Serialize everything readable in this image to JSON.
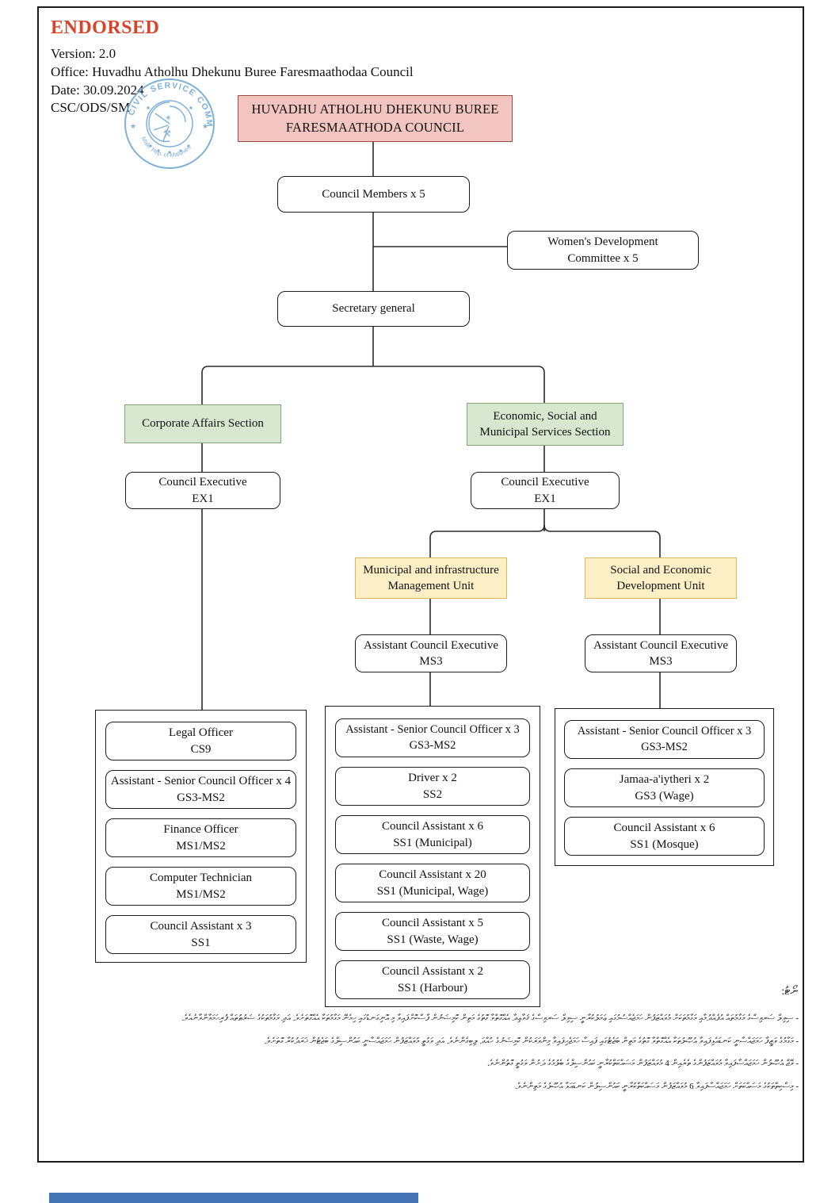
{
  "header": {
    "endorsed": "ENDORSED",
    "version": "Version: 2.0",
    "office": "Office: Huvadhu Atholhu Dhekunu Buree Faresmaathodaa Council",
    "date": "Date: 30.09.2024",
    "reference": "CSC/ODS/SM"
  },
  "stamp": {
    "top_text": "CIVIL SERVICE COMMISSION",
    "bottom_text": "Male' Rep. of Maldives",
    "color": "#6fa8d6"
  },
  "chart": {
    "root": {
      "line1": "HUVADHU ATHOLHU DHEKUNU BUREE",
      "line2": "FARESMAATHODA COUNCIL"
    },
    "council_members": "Council Members x 5",
    "womens_committee": {
      "line1": "Women's Development",
      "line2": "Committee x 5"
    },
    "secretary_general": "Secretary general",
    "corporate_section": "Corporate Affairs Section",
    "economic_section": {
      "line1": "Economic, Social and",
      "line2": "Municipal Services Section"
    },
    "council_executive_left": {
      "title": "Council Executive",
      "grade": "EX1"
    },
    "council_executive_right": {
      "title": "Council Executive",
      "grade": "EX1"
    },
    "municipal_unit": {
      "line1": "Municipal and infrastructure",
      "line2": "Management Unit"
    },
    "social_unit": {
      "line1": "Social and Economic",
      "line2": "Development Unit"
    },
    "ace_left": {
      "title": "Assistant Council Executive",
      "grade": "MS3"
    },
    "ace_right": {
      "title": "Assistant Council Executive",
      "grade": "MS3"
    },
    "corporate_staff": [
      {
        "title": "Legal Officer",
        "grade": "CS9"
      },
      {
        "title": "Assistant - Senior Council Officer  x 4",
        "grade": "GS3-MS2"
      },
      {
        "title": "Finance Officer",
        "grade": "MS1/MS2"
      },
      {
        "title": "Computer Technician",
        "grade": "MS1/MS2"
      },
      {
        "title": "Council Assistant x 3",
        "grade": "SS1"
      }
    ],
    "municipal_staff": [
      {
        "title": "Assistant - Senior Council Officer  x 3",
        "grade": "GS3-MS2"
      },
      {
        "title": "Driver x 2",
        "grade": "SS2"
      },
      {
        "title": "Council Assistant x 6",
        "grade": "SS1 (Municipal)"
      },
      {
        "title": "Council Assistant x 20",
        "grade": "SS1 (Municipal, Wage)"
      },
      {
        "title": "Council Assistant x 5",
        "grade": "SS1 (Waste, Wage)"
      },
      {
        "title": "Council Assistant x 2",
        "grade": "SS1 (Harbour)"
      }
    ],
    "social_staff": [
      {
        "title": "Assistant - Senior Council Officer  x 3",
        "grade": "GS3-MS2"
      },
      {
        "title": "Jamaa-a'iytheri x 2",
        "grade": "GS3 (Wage)"
      },
      {
        "title": "Council Assistant x 6",
        "grade": "SS1 (Mosque)"
      }
    ]
  },
  "notes": {
    "label": "ނޯޓު:",
    "items": [
      "- ސިވިލް ސަރވިސްގެ މަގާމުތައް އުފެއްދުމާއި މަގާމުތަކަށް މުވައްޒަފުން ހަމަޖެއްސުމުގައި ޢަމަލުކުރާނީ ސިވިލް ސަރވިސްގެ ޤަވާޢިދާ އެއްގޮތްވާ ގޮތުގެ މަތިން ކޮމިޝަނުން ފާސްކޮށްފައިވާ މި އޮނިގަނޑުގައި ހިމެނޭ މަގާމުތަކާ އެއްގޮތަށެވެ. އަދި މަގާމުތަކުގެ ޝަރުޠުތައް ފުރިހަމަވާންވާނެއެވެ.",
      "- މަގާމުގެ ވަޒީފާ ހަމަޖައްސާނީ ކަނޑައެޅިފައިވާ އުޞޫލުތަކާ އެއްގޮތްވާ ގޮތުގެ މަތިން ބަޖެޓުގައި ފައިސާ ހަމަޖެހިފައިވާ މިންވަރަކުން ކޮމިޝަނުގެ ހުއްދަ ލިބިގެންނެވެ. އަދި ވަގުތީ މުވައްޒަފުން ހަމަޖައްސާނީ ކައުންސިލްގެ ބަޖެޓުން ޚަރަދުކުރާ ގޮތަށެވެ.",
      "- ވޭޖް އުޞޫލުން ހަމަޖައްސާފައިވާ މުވައްޒަފުންގެ ތެރެއިން 4 މުވައްޒަފުން މަސައްކަތްކުރާނީ ކައުންސިލްގެ ބެލުމުގެ ދަށުން ވަގުތީ ގޮތުންނެވެ.",
      "- މިސްކިތްތަކުގެ މަސައްކަތަށް ހަމަޖައްސާފައިވާ 6 މުވައްޒަފުން މަސައްކަތްކުރާނީ ކައުންސިލުން ކަނޑައަޅާ އުޞޫލުގެ މަތިންނެވެ."
    ]
  },
  "colors": {
    "endorsed_red": "#d9432a",
    "root_fill": "#f2c5c0",
    "root_border": "#9c4a42",
    "section_fill": "#d8e7d0",
    "section_border": "#7fa875",
    "unit_fill": "#fcefc5",
    "unit_border": "#d9b95c",
    "stamp_blue": "#6fa8d6",
    "bottom_bar_blue": "#4473b6"
  }
}
